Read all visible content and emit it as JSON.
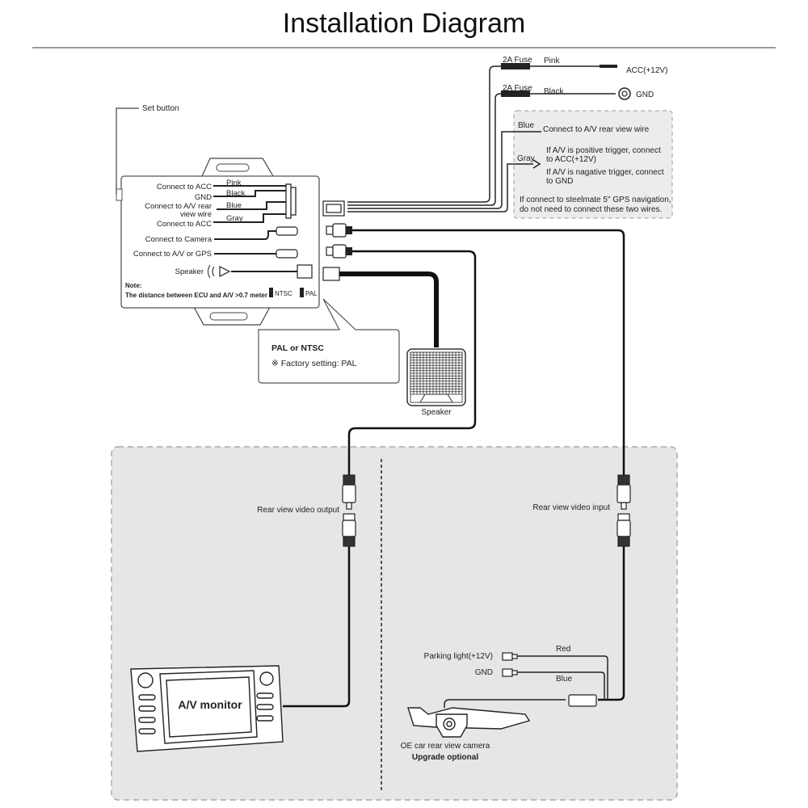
{
  "title": "Installation Diagram",
  "power": {
    "acc": {
      "fuse": "2A Fuse",
      "color": "Pink",
      "target": "ACC(+12V)"
    },
    "gnd": {
      "fuse": "2A Fuse",
      "color": "Black",
      "target": "GND"
    }
  },
  "notes_box": {
    "blue_label": "Blue",
    "blue_text": "Connect to A/V rear view wire",
    "gray_label": "Gray",
    "gray_pos_1": "If A/V is positive trigger, connect",
    "gray_pos_2": "to ACC(+12V)",
    "gray_neg_1": "If A/V is nagative trigger, connect",
    "gray_neg_2": "to GND",
    "steelmate_1": "If connect to steelmate 5\" GPS navigation,",
    "steelmate_2": "do not need to connect these two wires."
  },
  "ecu": {
    "set_button": "Set button",
    "rows": [
      {
        "label": "Connect to ACC",
        "wire": "Pink"
      },
      {
        "label": "GND",
        "wire": "Black"
      },
      {
        "label": "Connect to A/V rear",
        "label2": "view wire",
        "wire": "Blue"
      },
      {
        "label": "Connect to ACC",
        "wire": "Gray"
      }
    ],
    "camera": "Connect to Camera",
    "av_gps": "Connect to A/V or GPS",
    "speaker": "Speaker",
    "note_title": "Note:",
    "note_text": "The distance between ECU and A/V >0.7 meter",
    "switch_ntsc": "NTSC",
    "switch_pal": "PAL"
  },
  "callout": {
    "title": "PAL or NTSC",
    "text": "※ Factory setting: PAL"
  },
  "speaker_label": "Speaker",
  "lower": {
    "output_label": "Rear view video output",
    "input_label": "Rear view video input",
    "monitor_label": "A/V monitor",
    "parking_light": "Parking light(+12V)",
    "gnd": "GND",
    "red": "Red",
    "blue": "Blue",
    "camera_label": "OE car rear view camera",
    "camera_sub": "Upgrade optional"
  }
}
